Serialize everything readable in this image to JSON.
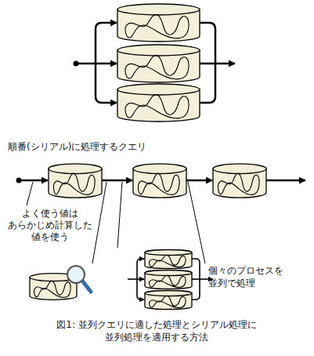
{
  "diagram": {
    "caption": "図1: 並列クエリに適した処理とシリアル処理に 並列処理を適用する方法",
    "labels": [
      "順番(シリアル)に処理するクエリ",
      "よく使う値は あらかじめ計算した 値を使う",
      "個々のプロセスを 並列で処理"
    ]
  }
}
